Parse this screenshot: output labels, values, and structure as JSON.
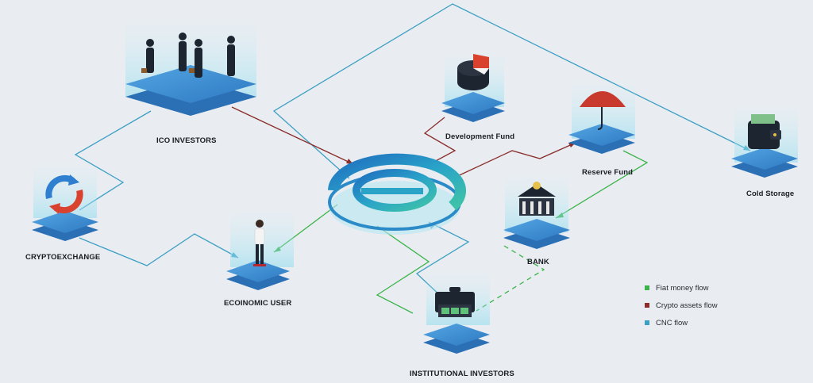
{
  "nodes": {
    "ico_investors": "ICO INVESTORS",
    "cryptoexchange": "CRYPTOEXCHANGE",
    "economic_user": "ECOINOMIC USER",
    "development_fund": "Development Fund",
    "reserve_fund": "Reserve Fund",
    "bank": "BANK",
    "institutional_investors": "INSTITUTIONAL INVESTORS",
    "cold_storage": "Cold Storage"
  },
  "legend": [
    {
      "label": "Fiat money flow",
      "color": "#3cb34a"
    },
    {
      "label": "Crypto  assets flow",
      "color": "#8a2d2b"
    },
    {
      "label": "CNC flow",
      "color": "#3d9fc4"
    }
  ],
  "colors": {
    "fiat": "#3cb34a",
    "crypto": "#8a2d2b",
    "cnc": "#3d9fc4",
    "platform_top": "#3f93d6",
    "platform_side": "#2b6fb5",
    "glow": "#9fe0f0"
  }
}
